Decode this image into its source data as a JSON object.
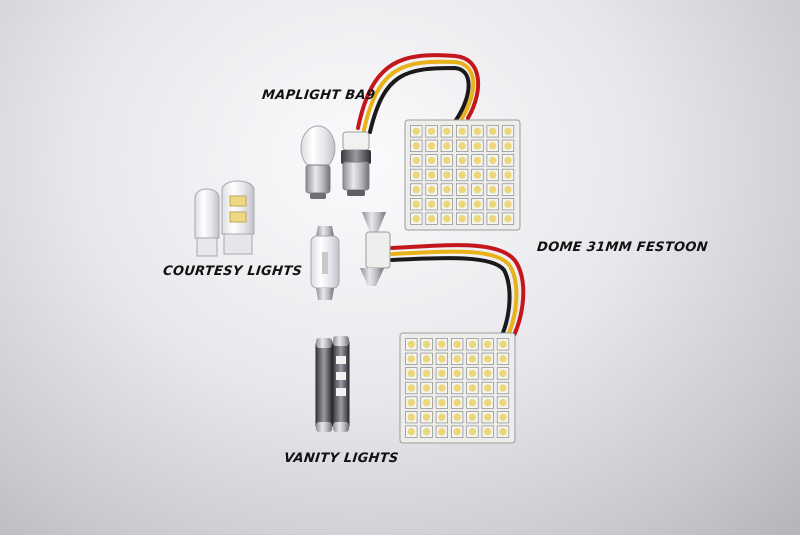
{
  "labels": {
    "maplight": "MAPLIGHT BA9",
    "courtesy": "COURTESY LIGHTS",
    "dome": "DOME 31MM FESTOON",
    "vanity": "VANITY LIGHTS"
  },
  "colors": {
    "background": "#e6e6ea",
    "wire_red": "#c4171b",
    "wire_yellow": "#e9b21b",
    "wire_black": "#1a1a1a",
    "board_white": "#f4f4f2",
    "led_yellow": "#ecd77a"
  },
  "objects": {
    "led_panels": [
      {
        "rows": 7,
        "cols": 7
      },
      {
        "rows": 7,
        "cols": 7
      }
    ]
  }
}
